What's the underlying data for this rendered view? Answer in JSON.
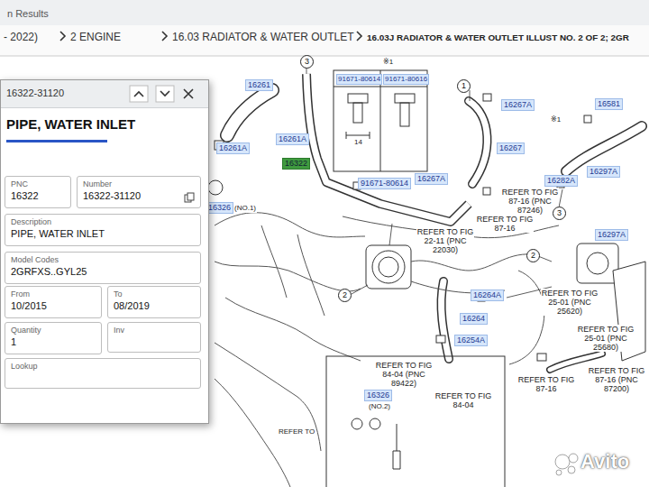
{
  "diagram": {
    "nodes": [
      {
        "text": [
          "16322-31120",
          "PIPE, WATER INLET"
        ]
      },
      {
        "text": [
          "PNC",
          "16322"
        ],
        "in": 0
      },
      {
        "text": [
          "Number",
          "16322-31120"
        ],
        "in": 0
      },
      {
        "text": [
          "Description",
          "PIPE, WATER INLET"
        ],
        "in": 0
      },
      {
        "text": [
          "Model Codes",
          "2GRFXS..GYL25"
        ],
        "in": 0
      },
      {
        "text": [
          "From",
          "10/2015"
        ],
        "in": 0
      },
      {
        "text": [
          "To",
          "08/2019"
        ],
        "in": 0
      },
      {
        "text": [
          "Quantity",
          "1"
        ],
        "in": 0
      },
      {
        "text": [
          "Inv"
        ],
        "in": 0
      },
      {
        "text": [
          "Lookup"
        ],
        "in": 0
      }
    ],
    "labels": [
      "n Results",
      "- 2022)",
      "2 ENGINE",
      "16.03 RADIATOR & WATER OUTLET",
      "16.03J RADIATOR & WATER OUTLET ILLUST NO. 2 OF 2; 2GR",
      "16261",
      "16261A",
      "16261A",
      "16322",
      "16326",
      "(NO.1)",
      "91671-80614",
      "91671-80616",
      "91671-80614",
      "※1",
      "16267A",
      "16267",
      "16267A",
      "16282A",
      "16581",
      "16297A",
      "16297A",
      "※1",
      "16264A",
      "16264",
      "16254A",
      "16326",
      "(NO.2)",
      "REFER TO FIG 87-16 (PNC 87246)",
      "REFER TO FIG 87-16",
      "REFER TO FIG 22-11 (PNC 22030)",
      "REFER TO FIG 25-01 (PNC 25620)",
      "REFER TO FIG 25-01 (PNC 25680)",
      "REFER TO FIG 87-16 (PNC 87200)",
      "REFER TO FIG 87-16",
      "REFER TO FIG 84-04 (PNC 89422)",
      "REFER TO FIG 84-04",
      "REFER TO",
      "3",
      "1",
      "2",
      "2",
      "3",
      "14",
      "Avito"
    ]
  }
}
